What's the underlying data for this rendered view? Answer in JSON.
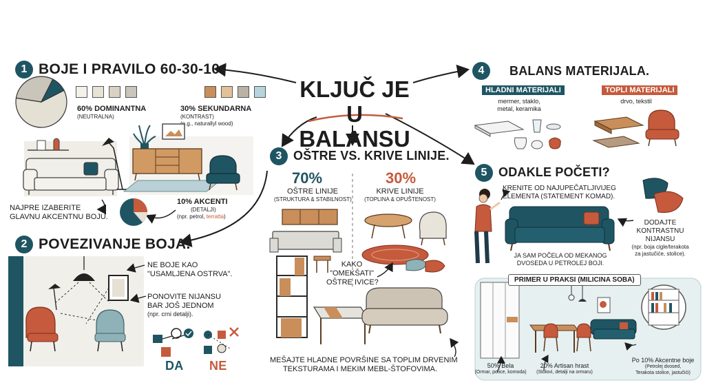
{
  "center": {
    "title_line1": "KLJUČ JE U",
    "title_line2": "BALANSU"
  },
  "section1": {
    "number": "1",
    "title": "BOJE I PRAVILO 60-30-10.",
    "dominant_label": "60% DOMINANTNA",
    "dominant_sub": "(NEUTRALNA)",
    "secondary_label": "30% SEKUNDARNA",
    "secondary_sub1": "(KONTRAST)",
    "secondary_sub2": "(e.g., naturallyl wood)",
    "accent_label": "10% AKCENTI",
    "accent_sub1": "(DETALJI)",
    "accent_sub2_pre": "(npr. petrol, ",
    "accent_sub2_red": "terratta",
    "accent_sub2_post": ")",
    "tip_line1": "NAJPRE IZABERITE",
    "tip_line2": "GLAVNU AKCENTNU BOJU.",
    "neutral_swatches": [
      "#f3f1ea",
      "#e7e3d6",
      "#d9d2c2",
      "#c9c5bb"
    ],
    "secondary_swatches": [
      "#c98e5a",
      "#e3c29a",
      "#b9b3a6",
      "#b6d4dc"
    ],
    "accent_swatches": [
      "#1f5563",
      "#c55a3c"
    ],
    "pie": {
      "dominant": 60,
      "secondary": 30,
      "accent": 10
    }
  },
  "section2": {
    "number": "2",
    "title": "POVEZIVANJE BOJA.",
    "note1_line1": "NE BOJE KAO",
    "note1_line2": "\"USAMLJENA OSTRVA\".",
    "note2_line1": "PONOVITE NIJANSU",
    "note2_line2": "BAR JOŠ JEDNOM",
    "note2_line3": "(npr. crni detalji).",
    "yes_label": "DA",
    "no_label": "NE"
  },
  "section3": {
    "number": "3",
    "title": "OŠTRE VS. KRIVE LINIJE.",
    "sharp_pct": "70%",
    "sharp_label": "OŠTRE LINIJE",
    "sharp_sub": "(STRUKTURA & STABILNOST)",
    "curved_pct": "30%",
    "curved_label": "KRIVE LINIJE",
    "curved_sub": "(TOPLINA & OPUŠTENOST)",
    "q_line1": "KAKO",
    "q_line2": "\"OMEKŠATI\"",
    "q_line3": "OŠTRE IVICE?",
    "bottom_line1": "MEŠAJTE HLADNE POVRŠINE SA TOPLIM DRVENIM",
    "bottom_line2": "TEKSTURAMA I MEKIM MEBL-ŠTOFOVIMA."
  },
  "section4": {
    "number": "4",
    "title": "BALANS MATERIJALA.",
    "cold_tag": "HLADNI MATERIJALI",
    "cold_line1": "mermer, staklo,",
    "cold_line2": "metal, keramika",
    "warm_tag": "TOPLI MATERIJALI",
    "warm_line1": "drvo, tekstil"
  },
  "section5": {
    "number": "5",
    "title": "ODAKLE POČETI?",
    "start_line1": "KRENITE OD NAJUPEČATLJIVIJEG",
    "start_line2": "ELEMENTA (STATEMENT KOMAD).",
    "caption_line1": "JA SAM POČELA OD MEKANOG",
    "caption_line2": "DVOSEDA U PETROLEJ BOJI.",
    "add_line1": "DODAJTE",
    "add_line2": "KONTRASTNU",
    "add_line3": "NIJANSU",
    "add_line4": "(npr. boja cigle/terakota",
    "add_line5": "za jastučiće, stolice).",
    "practice_title": "PRIMER U PRAKSI (MILICINA SOBA)",
    "p1_title": "50% Bela",
    "p1_sub": "(Ormar, police, komoda)",
    "p2_title": "20% Artisan hrast",
    "p2_sub": "(Stolovi, detalji na ormaru)",
    "p3_title": "Po 10% Akcentne boje",
    "p3_sub1": "(Petrolej dvosed,",
    "p3_sub2": "Terakota stolice, jastučići)"
  },
  "colors": {
    "petrol": "#1f5563",
    "terracotta": "#c55a3c",
    "wood": "#c98e5a",
    "ink": "#1d1d1d"
  }
}
